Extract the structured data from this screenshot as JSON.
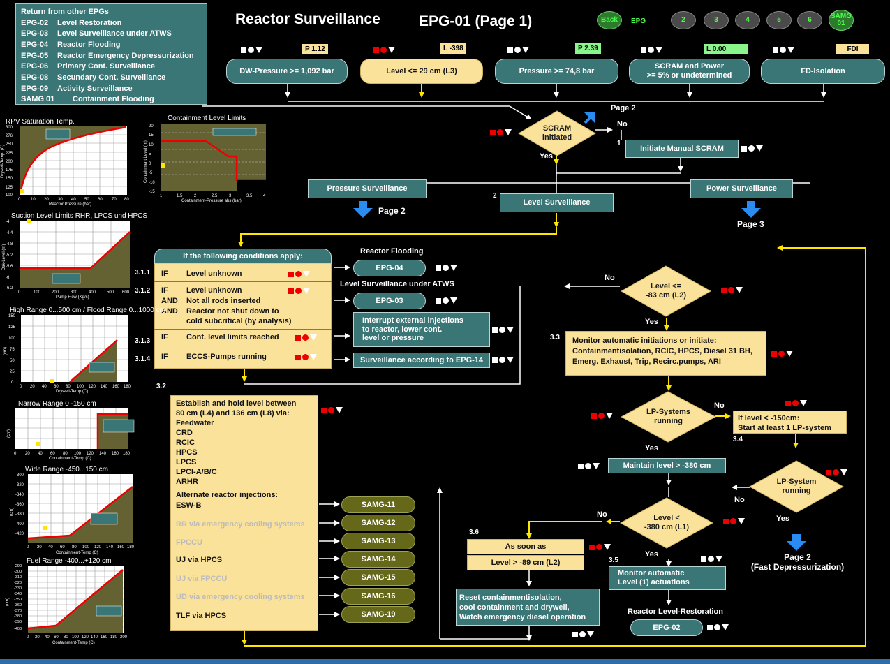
{
  "header": {
    "title": "Reactor Surveillance",
    "subtitle": "EPG-01 (Page 1)"
  },
  "nav": {
    "back": "Back",
    "epg_label": "EPG",
    "pages": [
      "2",
      "3",
      "4",
      "5",
      "6"
    ],
    "samg": "SAMG\n01"
  },
  "return_panel": {
    "title": "Return from other EPGs",
    "items": [
      {
        "code": "EPG-02",
        "label": "Level Restoration"
      },
      {
        "code": "EPG-03",
        "label": "Level Surveillance under ATWS"
      },
      {
        "code": "EPG-04",
        "label": "Reactor Flooding"
      },
      {
        "code": "EPG-05",
        "label": "Reactor Emergency Depressurization"
      },
      {
        "code": "EPG-06",
        "label": "Primary Cont. Surveillance"
      },
      {
        "code": "EPG-08",
        "label": "Secundary Cont. Surveillance"
      },
      {
        "code": "EPG-09",
        "label": "Activity Surveillance"
      },
      {
        "code": "SAMG 01",
        "label": "Containment Flooding"
      }
    ]
  },
  "entry": {
    "dw_pressure": {
      "label": "DW-Pressure >= 1,092 bar",
      "value": "P 1.12"
    },
    "level": {
      "label": "Level <= 29 cm (L3)",
      "value": "L -398"
    },
    "pressure": {
      "label": "Pressure >= 74,8 bar",
      "value": "P 2.39"
    },
    "scram_power": {
      "label1": "SCRAM and Power",
      "label2": ">= 5% or undetermined",
      "value": "L  0.00"
    },
    "fd_isolation": {
      "label": "FD-Isolation",
      "value": "FDI"
    }
  },
  "flow": {
    "page2_top": "Page 2",
    "scram_initiated": "SCRAM\ninitiated",
    "no": "No",
    "yes": "Yes",
    "step1": "1",
    "manual_scram": "Initiate Manual SCRAM",
    "pressure_surveillance": "Pressure Surveillance",
    "power_surveillance": "Power Surveillance",
    "page2_left": "Page 2",
    "page3": "Page 3",
    "step2": "2",
    "level_surveillance": "Level Surveillance",
    "cond_header": "If the following conditions apply:",
    "cond": {
      "s311": "3.1.1",
      "s312": "3.1.2",
      "s313": "3.1.3",
      "s314": "3.1.4",
      "if": "IF",
      "and": "AND",
      "c1": "Level unknown",
      "c2a": "Level unknown",
      "c2b": "Not all rods inserted",
      "c2c": "Reactor not shut down to",
      "c2d": "cold subcritical (by analysis)",
      "c3": "Cont. level limits reached",
      "c4": "ECCS-Pumps running"
    },
    "reactor_flooding": "Reactor Flooding",
    "epg04": "EPG-04",
    "level_atws": "Level Surveillance under ATWS",
    "epg03": "EPG-03",
    "interrupt": "Interrupt external injections\nto reactor, lower cont.\nlevel or pressure",
    "epg14": "Surveillance according to EPG-14",
    "s32": "3.2",
    "establish": {
      "l1": "Establish and hold level between",
      "l2": "80 cm (L4) and 136 cm (L8) via:",
      "items": [
        "Feedwater",
        "CRD",
        "RCIC",
        "HPCS",
        "LPCS",
        "LPCI-A/B/C",
        "ARHR"
      ],
      "alt": "Alternate reactor injections:",
      "alts": [
        {
          "label": "ESW-B",
          "samg": "SAMG-11",
          "dim": false
        },
        {
          "label": "RR via emergency cooling systems",
          "samg": "SAMG-12",
          "dim": true
        },
        {
          "label": "FPCCU",
          "samg": "SAMG-13",
          "dim": true
        },
        {
          "label": "UJ via HPCS",
          "samg": "SAMG-14",
          "dim": false
        },
        {
          "label": "UJ via FPCCU",
          "samg": "SAMG-15",
          "dim": true
        },
        {
          "label": "UD via emergency cooling systems",
          "samg": "SAMG-16",
          "dim": true
        },
        {
          "label": "TLF via HPCS",
          "samg": "SAMG-19",
          "dim": false
        }
      ]
    },
    "level_l2": "Level <=\n-83 cm (L2)",
    "s33": "3.3",
    "monitor": {
      "l1": "Monitor automatic initiations or initiate:",
      "l2": "Containmentisolation, RCIC, HPCS, Diesel 31 BH,",
      "l3": "Emerg. Exhaust, Trip, Recirc.pumps, ARI"
    },
    "lp_systems": "LP-Systems\nrunning",
    "if_level": "If level < -150cm:\nStart at least 1 LP-system",
    "s34": "3.4",
    "maintain": "Maintain level > -380 cm",
    "lp_system": "LP-System\nrunning",
    "level_l1": "Level <\n-380 cm (L1)",
    "s36": "3.6",
    "as_soon": "As soon as",
    "level_gt": "Level > -89 cm (L2)",
    "s35": "3.5",
    "monitor_auto": "Monitor automatic\nLevel (1) actuations",
    "page2_fast": "Page 2\n(Fast Depressurization)",
    "reset": "Reset containmentisolation,\ncool containment and drywell,\nWatch emergency diesel operation",
    "reactor_level_restoration": "Reactor Level-Restoration",
    "epg02": "EPG-02"
  },
  "charts": {
    "rpv": {
      "title": "RPV Saturation Temp.",
      "ylabel": "Drywell-Temp. (C)",
      "xlabel": "Reactor Pressure (bar)",
      "yticks": [
        "300",
        "276",
        "250",
        "225",
        "200",
        "175",
        "150",
        "125",
        "100"
      ],
      "xticks": [
        "0",
        "10",
        "20",
        "30",
        "40",
        "50",
        "60",
        "70",
        "80"
      ]
    },
    "cont": {
      "title": "Containment Level Limits",
      "ylabel": "Containment Level (m)",
      "xlabel": "Containment-Pressure abs (bar)",
      "yticks": [
        "20",
        "15",
        "10",
        "5",
        "0",
        "-5",
        "-10",
        "-15"
      ],
      "xticks": [
        "1",
        "1.5",
        "2",
        "2.5",
        "3",
        "3.5",
        "4"
      ]
    },
    "suction": {
      "title": "Suction Level Limits RHR, LPCS und HPCS",
      "ylabel": "Dsk-Level (m)",
      "xlabel": "Pump Flow (Kg/s)",
      "yticks": [
        "-4",
        "-4.4",
        "-4.8",
        "-5.2",
        "-5.6",
        "-6",
        "-6.2"
      ],
      "xticks": [
        "0",
        "100",
        "200",
        "300",
        "400",
        "500",
        "600"
      ]
    },
    "high": {
      "title": "High Range 0...500 cm / Flood Range 0...1000 cm",
      "ylabel": "(cm)",
      "xlabel": "Drywell-Temp (C)",
      "yticks": [
        "150",
        "125",
        "100",
        "75",
        "50",
        "25",
        "0"
      ],
      "xticks": [
        "0",
        "20",
        "40",
        "60",
        "80",
        "100",
        "120",
        "140",
        "160",
        "180"
      ]
    },
    "narrow": {
      "title": "Narrow Range 0 -150 cm",
      "ylabel": "(cm)",
      "xlabel": "Containment-Temp (C)",
      "xticks": [
        "0",
        "20",
        "40",
        "60",
        "80",
        "100",
        "120",
        "140",
        "160",
        "180"
      ]
    },
    "wide": {
      "title": "Wide Range -450...150 cm",
      "ylabel": "(cm)",
      "xlabel": "Containment-Temp (C)",
      "yticks": [
        "-300",
        "-320",
        "-340",
        "-360",
        "-380",
        "-400",
        "-420"
      ],
      "xticks": [
        "0",
        "20",
        "40",
        "60",
        "80",
        "100",
        "120",
        "140",
        "160",
        "180"
      ]
    },
    "fuel": {
      "title": "Fuel Range -400...+120 cm",
      "ylabel": "(cm)",
      "xlabel": "Containment-Temp (C)",
      "yticks": [
        "-290",
        "-300",
        "-310",
        "-320",
        "-330",
        "-340",
        "-350",
        "-360",
        "-370",
        "-380",
        "-390",
        "-400"
      ],
      "xticks": [
        "0",
        "20",
        "40",
        "60",
        "80",
        "100",
        "120",
        "140",
        "160",
        "180",
        "200"
      ]
    }
  },
  "colors": {
    "teal": "#3a7676",
    "yellow_box": "#fbe29a",
    "arrow": "#ffe600",
    "olive": "#646818",
    "chart_fill": "#646232",
    "limit": "#ff0000"
  }
}
